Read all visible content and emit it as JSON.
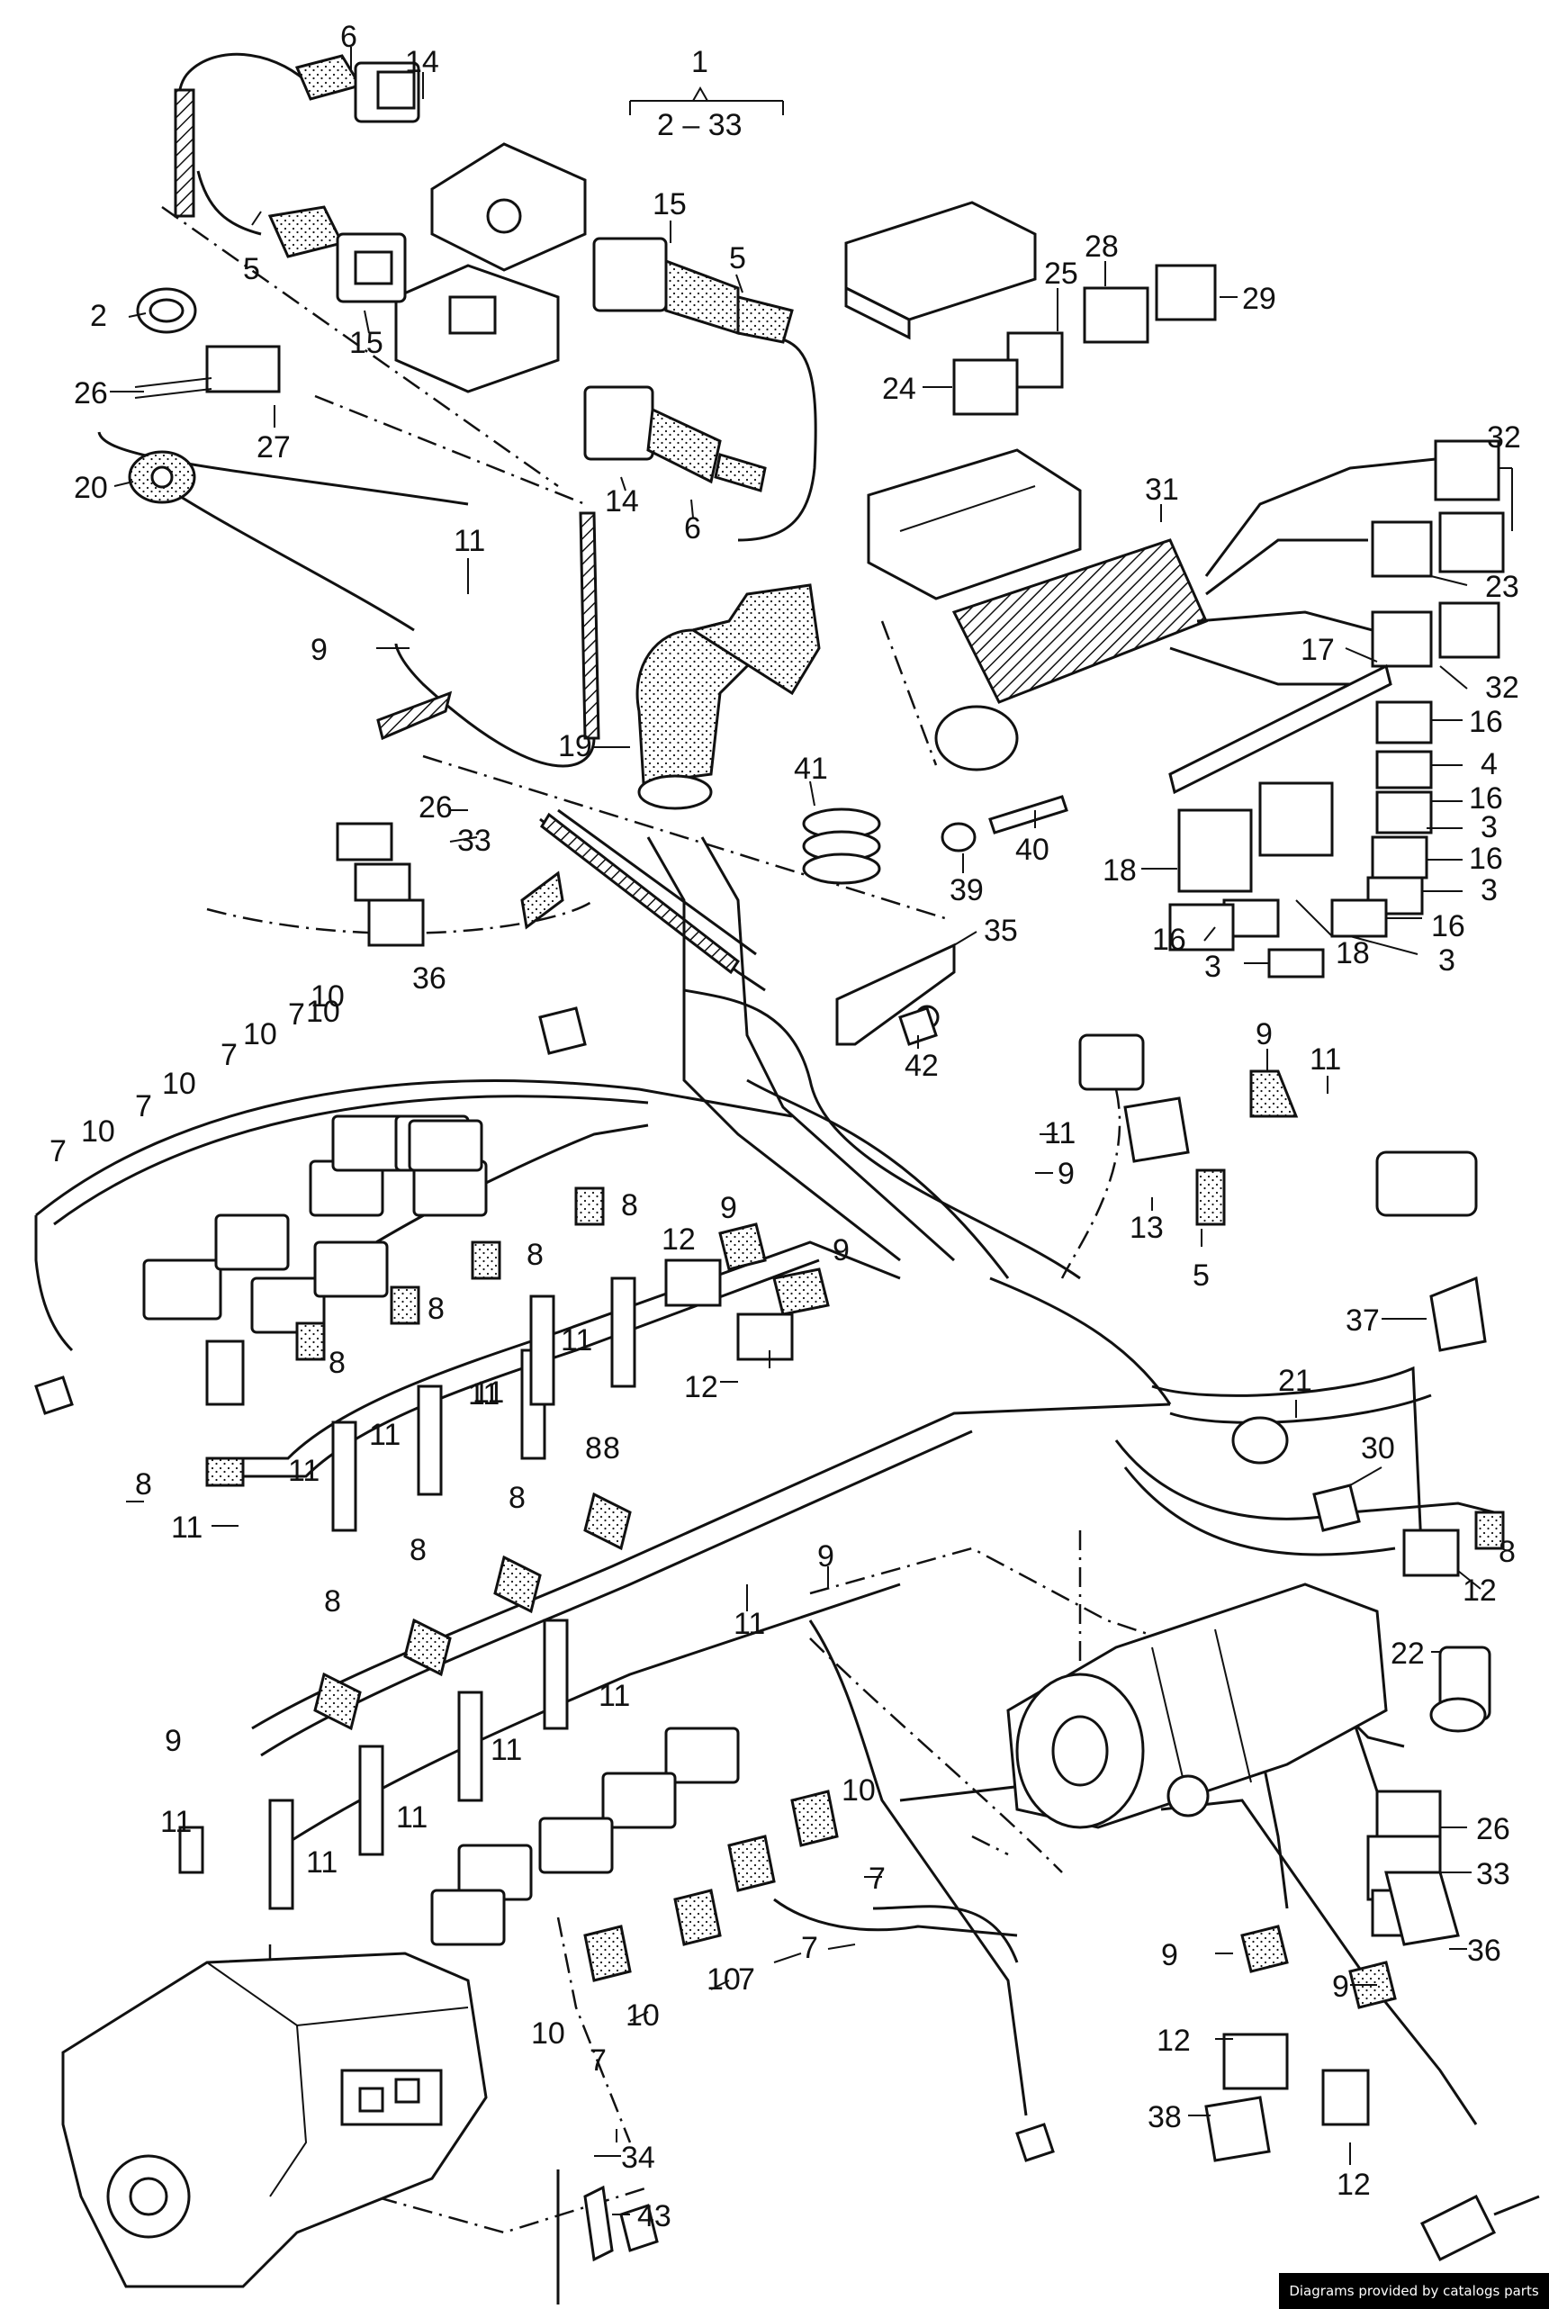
{
  "footer": {
    "credit": "Diagrams provided by catalogs parts"
  },
  "header": {
    "group_number": "1",
    "group_range": "2 – 33"
  },
  "callouts": {
    "c6a": "6",
    "c14a": "14",
    "c5a": "5",
    "c15a": "15",
    "c2": "2",
    "c26a": "26",
    "c27": "27",
    "c20": "20",
    "c15b": "15",
    "c5b": "5",
    "c14b": "14",
    "c6b": "6",
    "c28": "28",
    "c25": "25",
    "c29": "29",
    "c24": "24",
    "c32a": "32",
    "c31": "31",
    "c23": "23",
    "c32b": "32",
    "c17": "17",
    "c16a": "16",
    "c4": "4",
    "c16b": "16",
    "c3a": "3",
    "c16c": "16",
    "c3b": "3",
    "c16d": "16",
    "c3c": "3",
    "c18a": "18",
    "c16e": "16",
    "c18b": "18",
    "c3d": "3",
    "c11a": "11",
    "c9a": "9",
    "c19": "19",
    "c41": "41",
    "c40": "40",
    "c39": "39",
    "c26b": "26",
    "c33a": "33",
    "c36a": "36",
    "c35": "35",
    "c42": "42",
    "c9b": "9",
    "c11b": "11",
    "c11c": "11",
    "c9c": "9",
    "c13": "13",
    "c5c": "5",
    "c7a": "7",
    "c10a": "10",
    "c10b": "10",
    "c7b": "7",
    "c10c": "10",
    "c7c": "7",
    "c10d": "10",
    "c7d": "7",
    "c10e": "10",
    "c8a": "8",
    "c8b": "8",
    "c12a": "12",
    "c9d": "9",
    "c9e": "9",
    "c12b": "12",
    "c8c": "8",
    "c8d": "8",
    "c11d": "11",
    "c11e": "11",
    "c37": "37",
    "c8e": "8",
    "c11f": "11",
    "c11g": "11",
    "c8f": "8",
    "c11h": "11",
    "c11i": "11",
    "c21": "21",
    "c30": "30",
    "c8g": "8",
    "c8h": "8",
    "c8i": "8",
    "c8j": "8",
    "c8k": "8",
    "c9f": "9",
    "c11j": "11",
    "c12c": "12",
    "c22": "22",
    "c9g": "9",
    "c11k": "11",
    "c11l": "11",
    "c11m": "11",
    "c11n": "11",
    "c11o": "11",
    "c26c": "26",
    "c33b": "33",
    "c10f": "10",
    "c7e": "7",
    "c7f": "7",
    "c10g": "10",
    "c7g": "7",
    "c10h": "10",
    "c10i": "10",
    "c7h": "7",
    "c36b": "36",
    "c9h": "9",
    "c9i": "9",
    "c12d": "12",
    "c38": "38",
    "c12e": "12",
    "c34": "34",
    "c43": "43"
  },
  "colors": {
    "ink": "#111111",
    "paper": "#ffffff",
    "credit_bg": "#000000",
    "credit_text": "#ffffff"
  }
}
